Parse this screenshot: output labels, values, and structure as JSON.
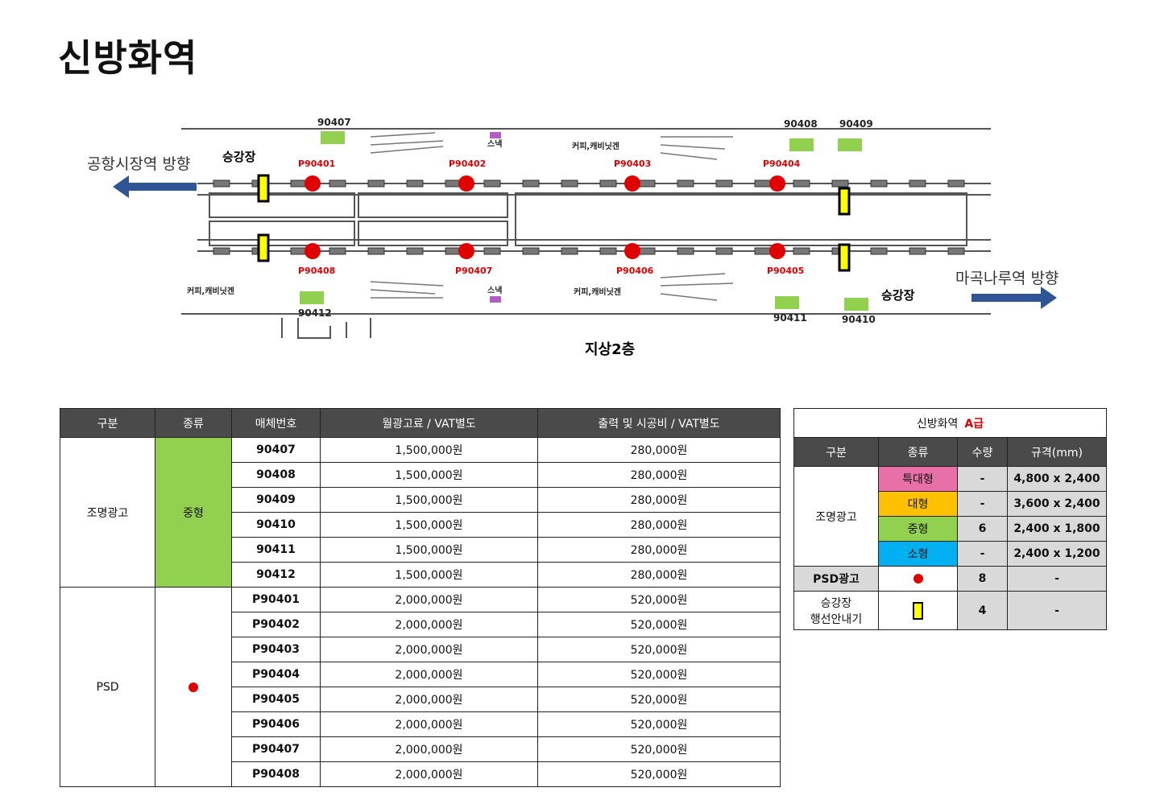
{
  "page_title": "신방화역",
  "map": {
    "direction_left": "공항시장역 방향",
    "direction_right": "마곡나루역 방향",
    "platform_label_top": "승강장",
    "platform_label_bottom": "승강장",
    "floor_label": "지상2층",
    "shop_labels": [
      "스낵",
      "스낵",
      "커피,캐비닛겐",
      "커피,캐비닛겐",
      "커피,캐비닛겐"
    ],
    "lightbox_codes": [
      "90407",
      "90408",
      "90409",
      "90412",
      "90411",
      "90410"
    ],
    "psd_codes_top": [
      "P90401",
      "P90402",
      "P90403",
      "P90404"
    ],
    "psd_codes_bottom": [
      "P90408",
      "P90407",
      "P90406",
      "P90405"
    ]
  },
  "main_table": {
    "headers": [
      "구분",
      "종류",
      "매체번호",
      "월광고료 / VAT별도",
      "출력 및 시공비 / VAT별도"
    ],
    "group1": {
      "category": "조명광고",
      "type": "중형"
    },
    "group2": {
      "category": "PSD",
      "type_icon": "red-dot-icon"
    },
    "rows": [
      {
        "code": "90407",
        "monthly": "1,500,000원",
        "install": "280,000원"
      },
      {
        "code": "90408",
        "monthly": "1,500,000원",
        "install": "280,000원"
      },
      {
        "code": "90409",
        "monthly": "1,500,000원",
        "install": "280,000원"
      },
      {
        "code": "90410",
        "monthly": "1,500,000원",
        "install": "280,000원"
      },
      {
        "code": "90411",
        "monthly": "1,500,000원",
        "install": "280,000원"
      },
      {
        "code": "90412",
        "monthly": "1,500,000원",
        "install": "280,000원"
      },
      {
        "code": "P90401",
        "monthly": "2,000,000원",
        "install": "520,000원"
      },
      {
        "code": "P90402",
        "monthly": "2,000,000원",
        "install": "520,000원"
      },
      {
        "code": "P90403",
        "monthly": "2,000,000원",
        "install": "520,000원"
      },
      {
        "code": "P90404",
        "monthly": "2,000,000원",
        "install": "520,000원"
      },
      {
        "code": "P90405",
        "monthly": "2,000,000원",
        "install": "520,000원"
      },
      {
        "code": "P90406",
        "monthly": "2,000,000원",
        "install": "520,000원"
      },
      {
        "code": "P90407",
        "monthly": "2,000,000원",
        "install": "520,000원"
      },
      {
        "code": "P90408",
        "monthly": "2,000,000원",
        "install": "520,000원"
      }
    ]
  },
  "legend_table": {
    "station": "신방화역",
    "grade": "A급",
    "headers": [
      "구분",
      "종류",
      "수량",
      "규격(mm)"
    ],
    "lighting_label": "조명광고",
    "lighting_rows": [
      {
        "type": "특대형",
        "qty": "-",
        "size": "4,800 x 2,400",
        "color": "#e870a8"
      },
      {
        "type": "대형",
        "qty": "-",
        "size": "3,600 x 2,400",
        "color": "#ffc000"
      },
      {
        "type": "중형",
        "qty": "6",
        "size": "2,400 x 1,800",
        "color": "#92d050"
      },
      {
        "type": "소형",
        "qty": "-",
        "size": "2,400 x 1,200",
        "color": "#00b0f0"
      }
    ],
    "psd": {
      "label": "PSD광고",
      "qty": "8",
      "size": "-"
    },
    "guide": {
      "label_line1": "승강장",
      "label_line2": "행선안내기",
      "qty": "4",
      "size": "-"
    }
  }
}
